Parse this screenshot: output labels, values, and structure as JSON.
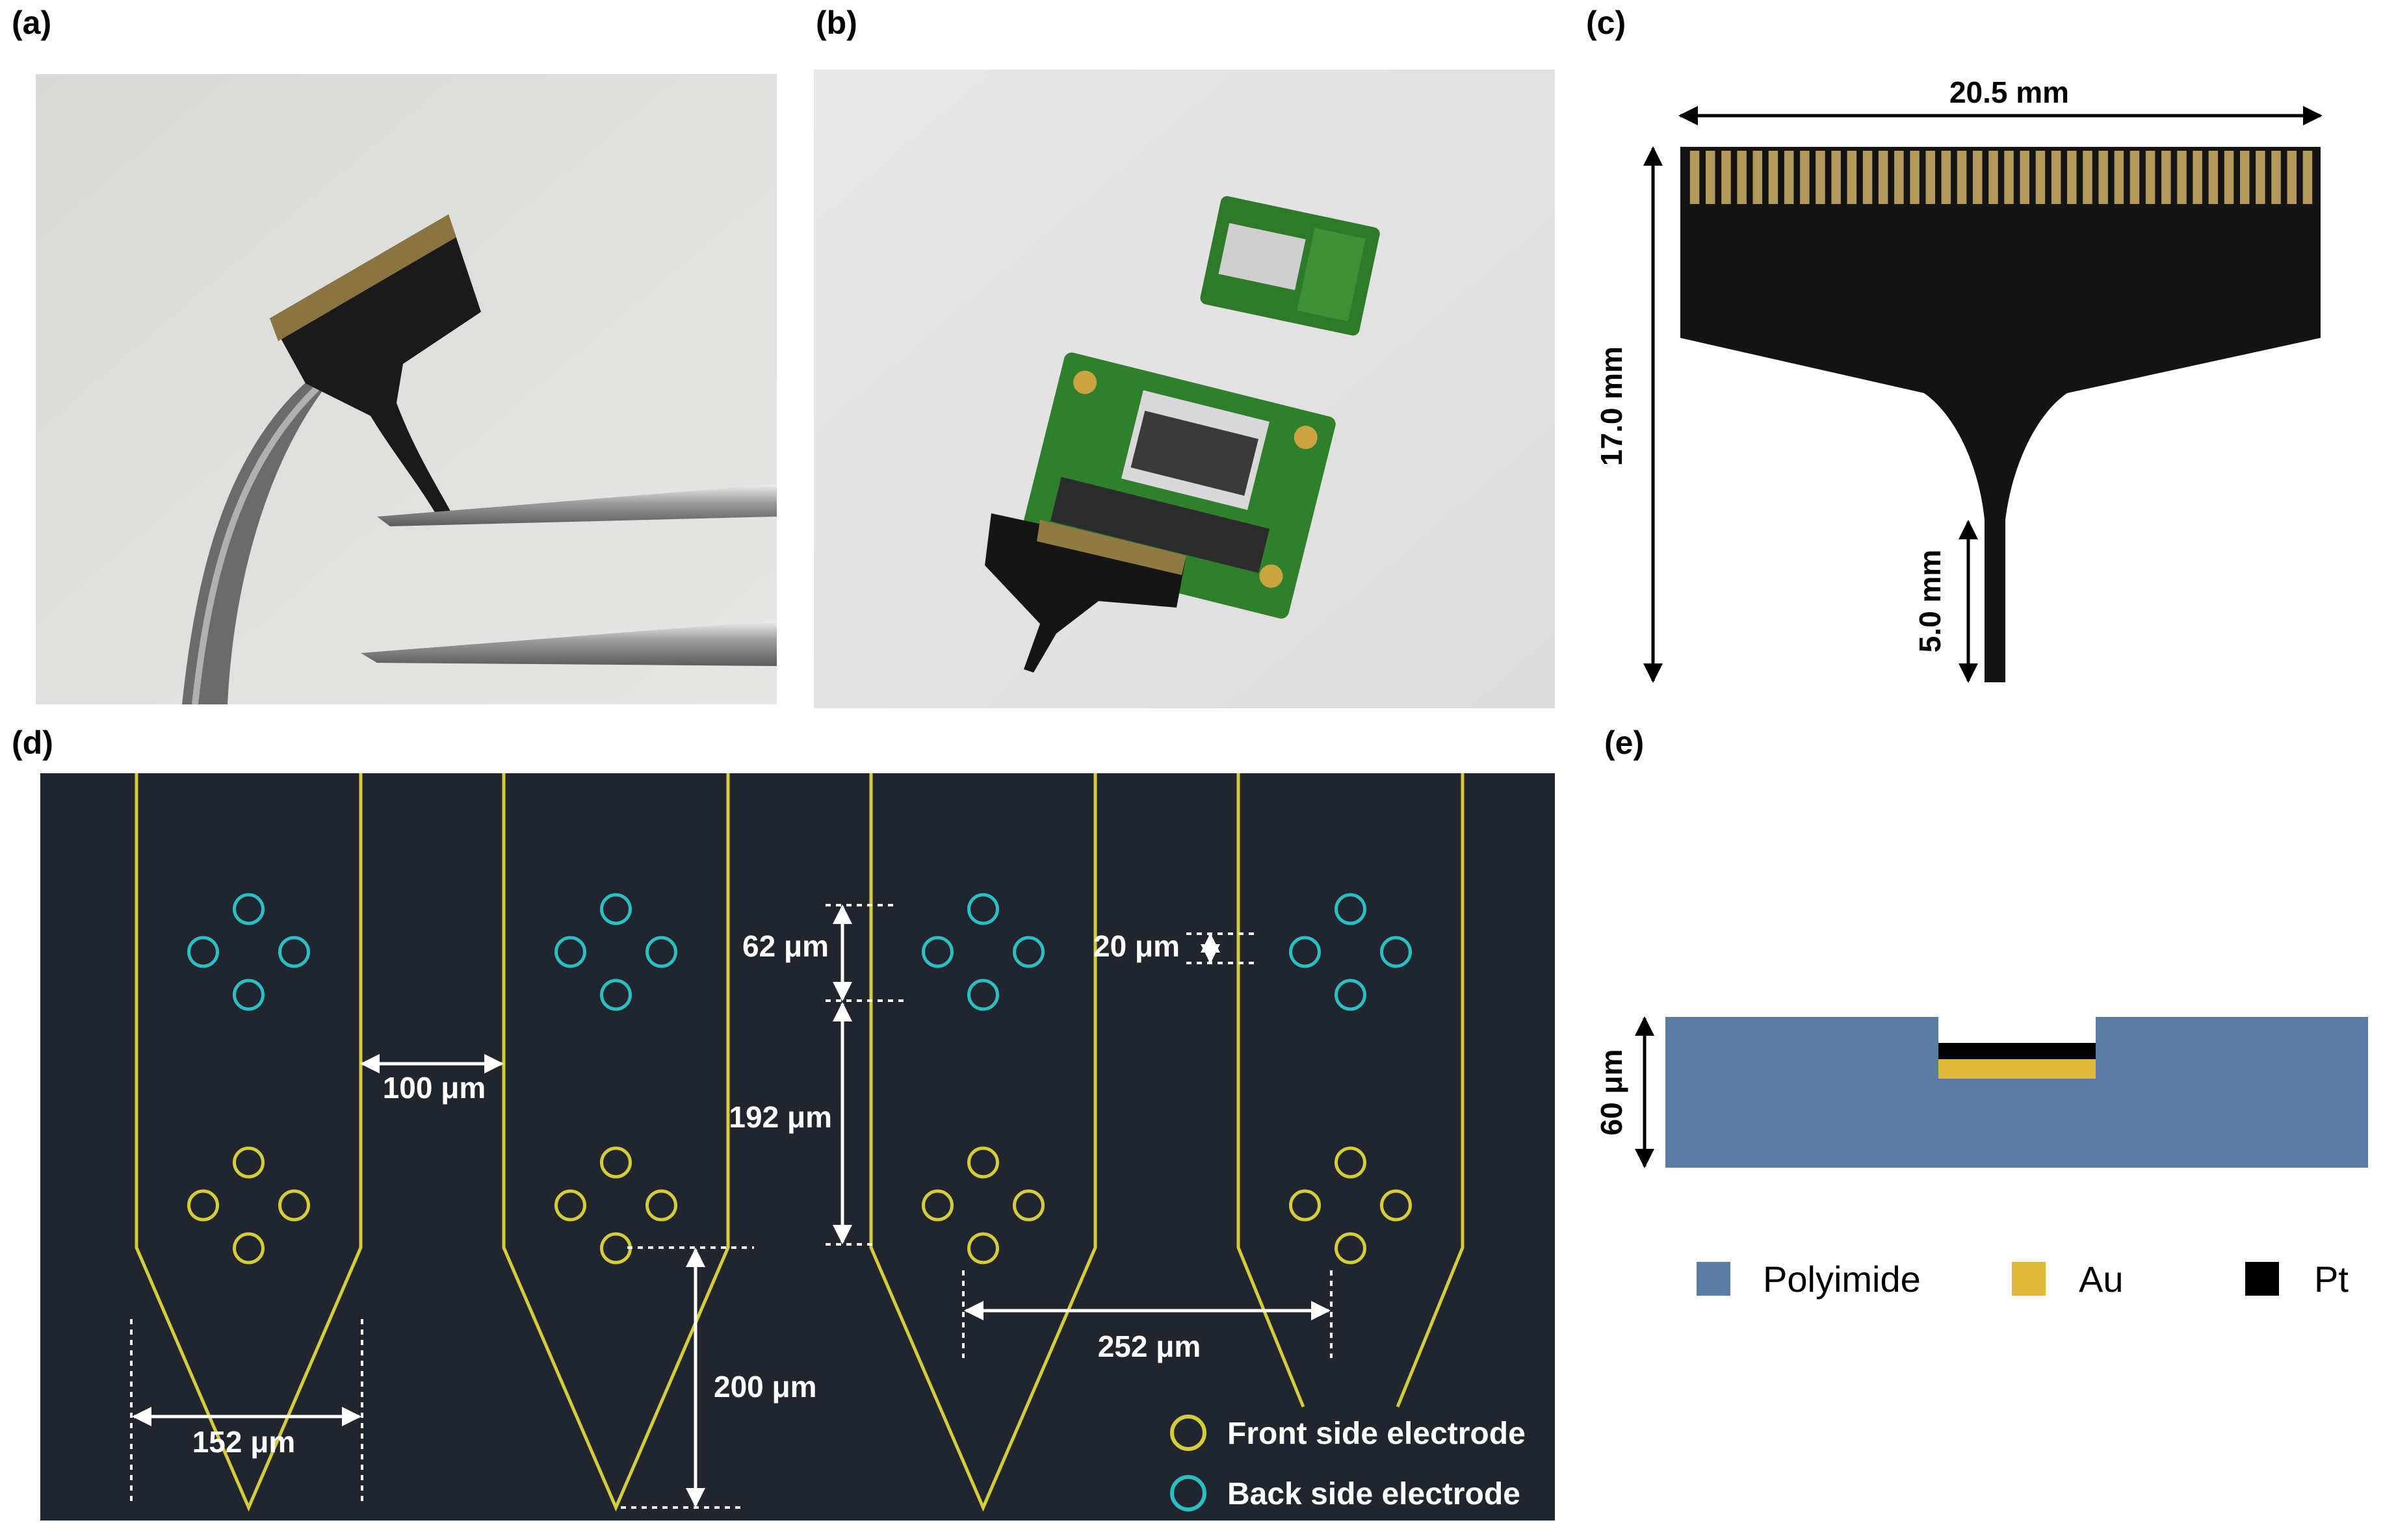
{
  "panels": {
    "a": {
      "label": "(a)"
    },
    "b": {
      "label": "(b)"
    },
    "c": {
      "label": "(c)",
      "width_label": "20.5 mm",
      "height_label": "17.0 mm",
      "shank_label": "5.0 mm",
      "pad_count": 40
    },
    "d": {
      "label": "(d)",
      "dims": {
        "d62": "62 μm",
        "d20": "20 μm",
        "d100": "100 μm",
        "d192": "192 μm",
        "d200": "200 μm",
        "d252": "252 μm",
        "d152": "152 μm"
      },
      "legend": {
        "front": "Front side electrode",
        "back": "Back side electrode"
      },
      "colors": {
        "background": "#20252e",
        "outline": "#d4cc3a",
        "front_electrode": "#d4cc3a",
        "back_electrode": "#2bbfc4"
      }
    },
    "e": {
      "label": "(e)",
      "thickness_label": "60 μm",
      "legend": {
        "polyimide": "Polyimide",
        "au": "Au",
        "pt": "Pt"
      },
      "colors": {
        "polyimide": "#5b7da3",
        "au": "#e0b83a",
        "pt": "#000000"
      }
    }
  }
}
